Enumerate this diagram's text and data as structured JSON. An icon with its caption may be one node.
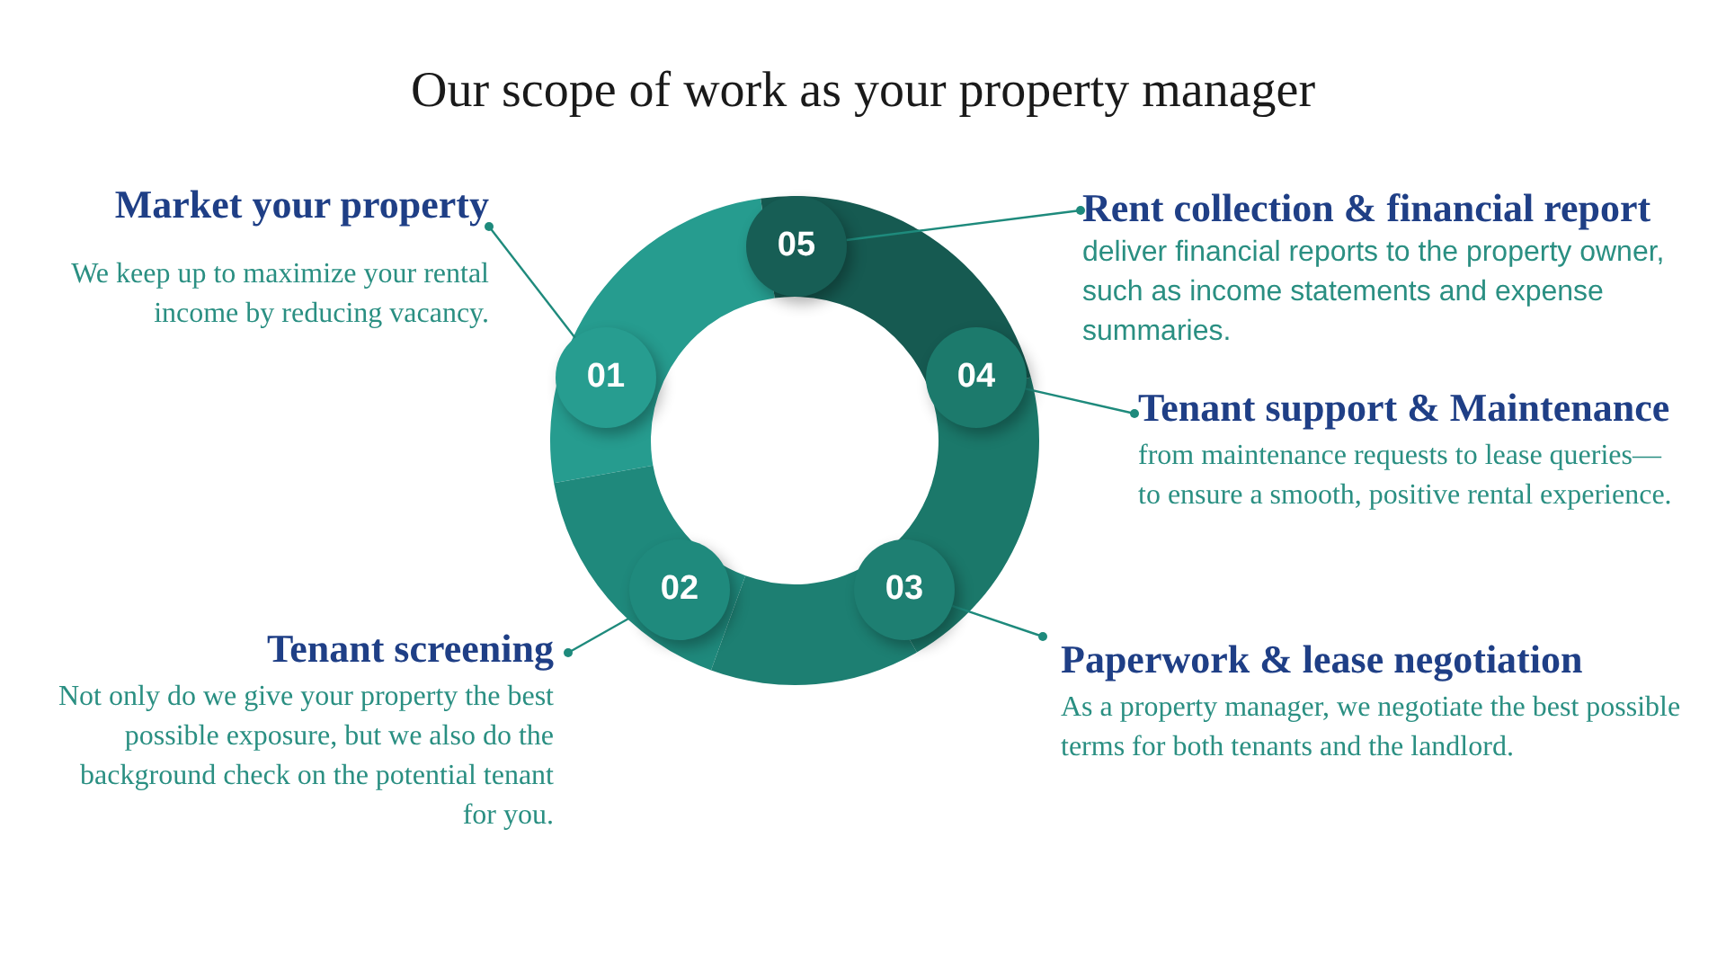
{
  "diagram": {
    "title": "Our scope of work as your property manager",
    "nodes": [
      {
        "text": [
          "01"
        ]
      },
      {
        "text": [
          "02"
        ]
      },
      {
        "text": [
          "03"
        ]
      },
      {
        "text": [
          "04"
        ]
      },
      {
        "text": [
          "05"
        ]
      },
      {
        "text": [
          "Market your property",
          "We keep up to maximize your rental income by reducing vacancy."
        ]
      },
      {
        "text": [
          "Rent collection & financial report",
          "deliver financial reports to the property owner, such as income statements and expense summaries."
        ]
      },
      {
        "text": [
          "Tenant support & Maintenance",
          "from maintenance requests to lease queries—to ensure a smooth, positive rental experience."
        ]
      },
      {
        "text": [
          "Tenant screening",
          "Not only do we give your property the best possible exposure, but we also do the background check on the potential tenant for you."
        ]
      },
      {
        "text": [
          "Paperwork & lease negotiation",
          "As a property manager, we negotiate the best possible terms for both tenants and the landlord."
        ]
      }
    ],
    "edges": [
      {
        "from": 5,
        "to": 0,
        "arrow": "other"
      },
      {
        "from": 6,
        "to": 4,
        "arrow": "other"
      },
      {
        "from": 7,
        "to": 3,
        "arrow": "other"
      },
      {
        "from": 8,
        "to": 1,
        "arrow": "other"
      },
      {
        "from": 9,
        "to": 2,
        "arrow": "other"
      }
    ]
  }
}
